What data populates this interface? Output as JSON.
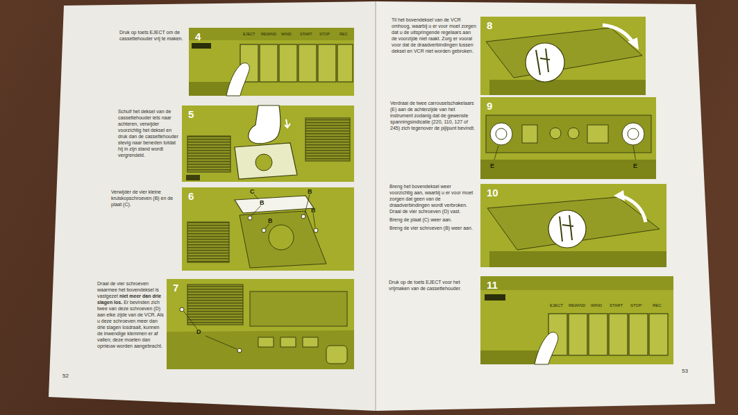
{
  "diagram": {
    "nodes": [
      {
        "text": [
          "4"
        ]
      },
      {
        "text": [
          "5"
        ]
      },
      {
        "text": [
          "6"
        ]
      },
      {
        "text": [
          "7"
        ]
      },
      {
        "text": [
          "8"
        ]
      },
      {
        "text": [
          "9"
        ]
      },
      {
        "text": [
          "10"
        ]
      },
      {
        "text": [
          "11"
        ]
      }
    ],
    "labels": [
      "Druk op toets EJECT om de cassettehouder vrij te maken.",
      "EJECT",
      "REWIND",
      "WIND",
      "START",
      "STOP",
      "REC",
      "Schuif het deksel van de cassettehouder iets naar achteren, verwijder voorzichtig het deksel en druk dan de cassettehouder stevig naar beneden totdat hij in zijn stand wordt vergrendeld.",
      "Verwijder de vier kleine kruiskopschroeven (B) en de plaat (C).",
      "C",
      "B",
      "B",
      "B",
      "B",
      "Draai de vier schroeven waarmee het bovendeksel is vastgezet",
      "niet meer dan drie slagen los.",
      "Er bevinden zich twee van deze schroeven (D) aan elke zijde van de VCR. Als u deze schroeven meer dan drie slagen losdraait, kunnen de inwendige klemmen er af vallen; deze moeten dan opnieuw worden aangebracht.",
      "D",
      "Til het bovendeksel van de VCR omhoog, waarbij u er voor moet zorgen dat u de uitspringende regelaars aan de voorzijde niet raakt. Zorg er vooral voor dat de draadverbindingen tussen deksel en VCR niet worden gebroken.",
      "Verdraai de twee carrouselschakelaars (E) aan de achterzijde van het instrument zodanig dat de gewenste spanningsindicatie (220, 110, 127 of 245) zich tegenover de pijlpunt bevindt.",
      "E",
      "E",
      "Breng het bovendeksel weer voorzichtig aan, waarbij u er voor moet zorgen dat geen van de draadverbindingen wordt verbroken. Draai de vier schroeven (D) vast.",
      "Breng de plaat (C) weer aan.",
      "Breng de vier schroeven (B) weer aan.",
      "Druk op de toets EJECT voor het vrijmaken van de cassettehouder.",
      "EJECT",
      "REWIND",
      "WIND",
      "START",
      "STOP",
      "REC",
      "52",
      "53"
    ]
  }
}
